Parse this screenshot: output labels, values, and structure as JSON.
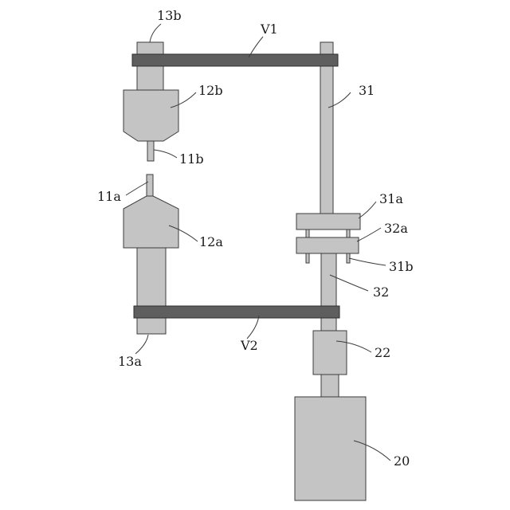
{
  "labels": {
    "l13b": "13b",
    "lV1": "V1",
    "l31": "31",
    "l12b": "12b",
    "l11b": "11b",
    "l11a": "11a",
    "l31a": "31a",
    "l32a": "32a",
    "l12a": "12a",
    "l31b": "31b",
    "l32": "32",
    "l13a": "13a",
    "lV2": "V2",
    "l22": "22",
    "l20": "20"
  },
  "colors": {
    "part_fill": "#c4c4c4",
    "bar_fill": "#5e5e5e",
    "line": "#3c3c3c"
  }
}
